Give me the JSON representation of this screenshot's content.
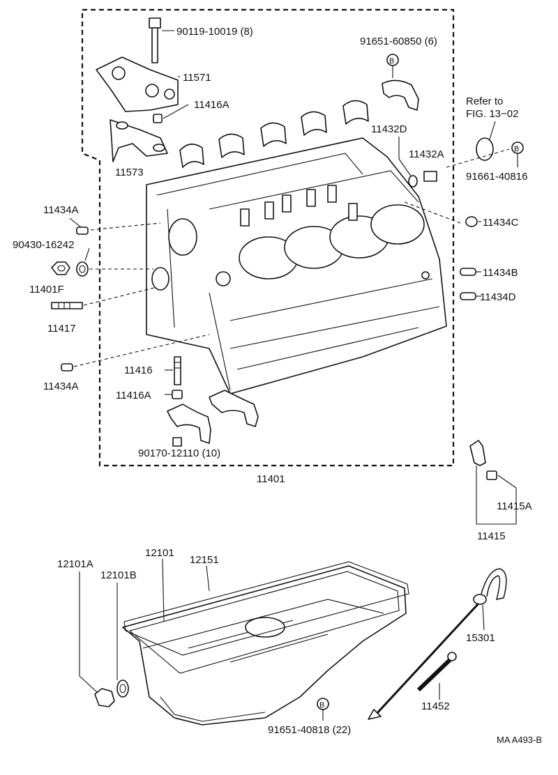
{
  "labels": {
    "bolt_top": "90119-10019 (8)",
    "bracket_11571": "11571",
    "dowel_11416a_top": "11416A",
    "bracket_11573": "11573",
    "bolt_b_top": "91651-60850 (6)",
    "refer_line1": "Refer to",
    "refer_line2": "FIG. 13−02",
    "plug_11432d": "11432D",
    "plug_11432a": "11432A",
    "bolt_b_seal": "91661-40816",
    "pin_11434a_upper": "11434A",
    "gasket_90430": "90430-16242",
    "plug_11401f": "11401F",
    "stud_11417": "11417",
    "pin_11434a_lower": "11434A",
    "pin_11434c": "11434C",
    "pin_11434b": "11434B",
    "pin_11434d": "11434D",
    "stud_11416": "11416",
    "dowel_11416a_lower": "11416A",
    "bolt_bottom": "90170-12110 (10)",
    "block_11401": "11401",
    "drain_11415a": "11415A",
    "drain_11415": "11415",
    "pan_12101a": "12101A",
    "pan_12101b": "12101B",
    "pan_12101": "12101",
    "gasket_12151": "12151",
    "gauge_15301": "15301",
    "guide_11452": "11452",
    "bolt_b_pan": "91651-40818 (22)",
    "figure_code": "MA A493-B"
  },
  "callout_letter": "B"
}
